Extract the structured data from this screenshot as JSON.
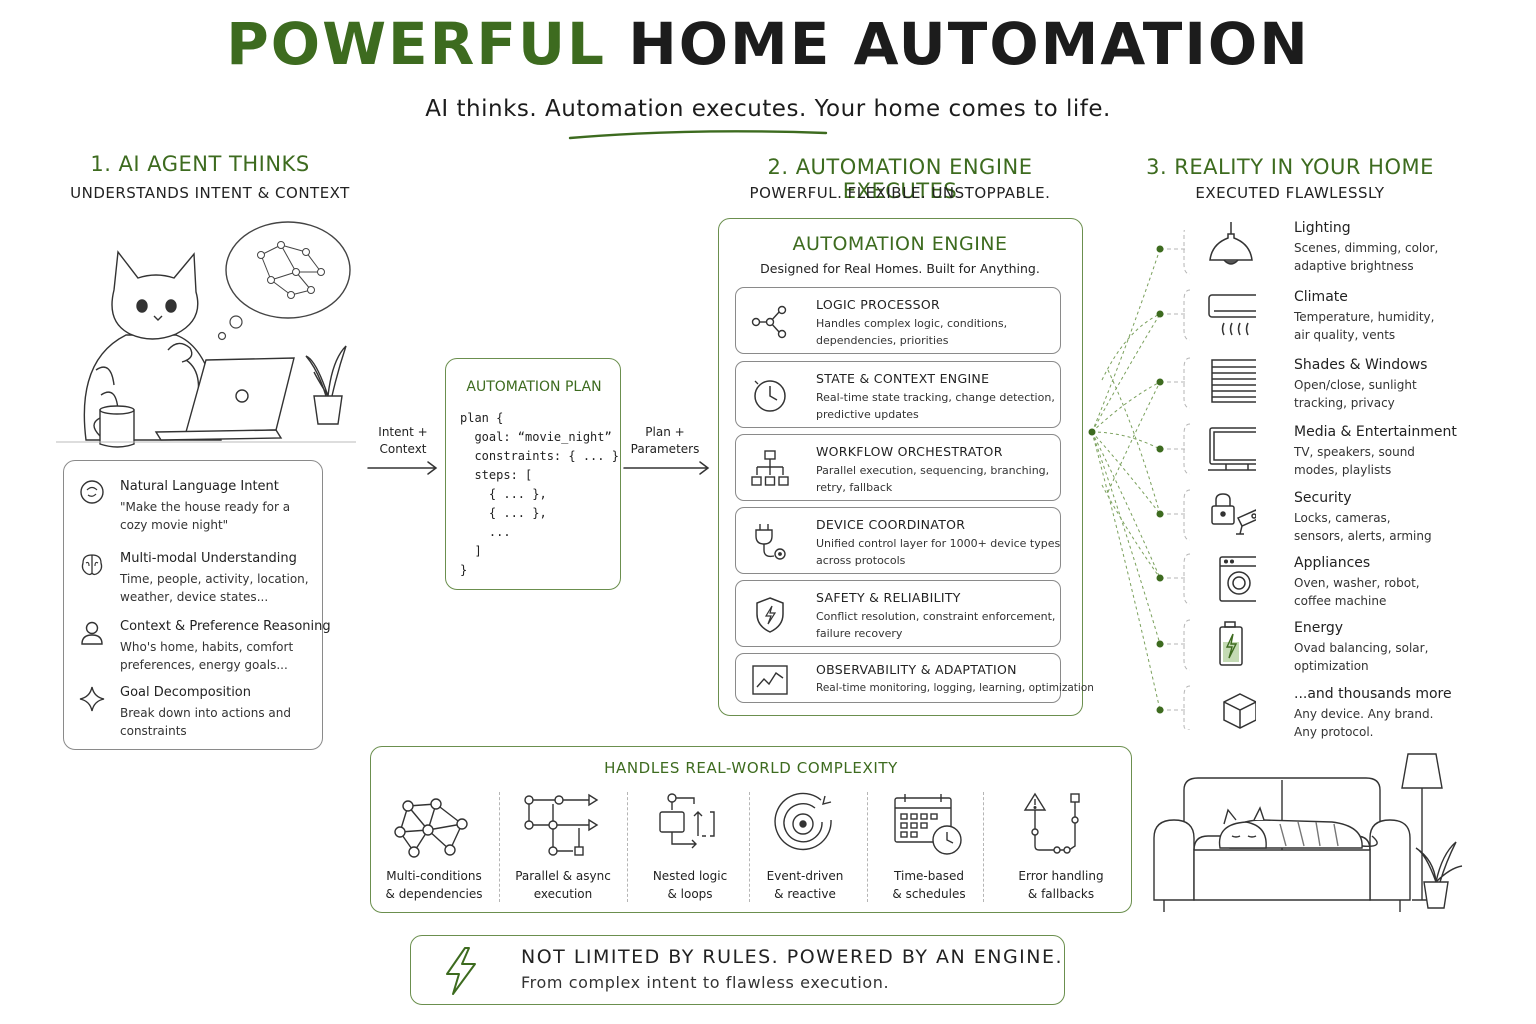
{
  "header": {
    "title_green": "POWERFUL",
    "title_dark": "HOME AUTOMATION",
    "subtitle": "AI thinks. Automation executes. Your home comes to life."
  },
  "columns": {
    "ai": {
      "heading": "1. AI AGENT THINKS",
      "subheading": "UNDERSTANDS INTENT & CONTEXT"
    },
    "engine": {
      "heading": "2. AUTOMATION ENGINE EXECUTES",
      "subheading": "POWERFUL. FLEXIBLE. UNSTOPPABLE."
    },
    "reality": {
      "heading": "3. REALITY IN YOUR HOME",
      "subheading": "EXECUTED FLAWLESSLY"
    }
  },
  "ai_capabilities": [
    {
      "icon": "chat-bubble-icon",
      "title": "Natural Language Intent",
      "desc": "\"Make the house ready for a cozy movie night\""
    },
    {
      "icon": "brain-icon",
      "title": "Multi-modal Understanding",
      "desc": "Time, people, activity, location, weather, device states..."
    },
    {
      "icon": "person-icon",
      "title": "Context & Preference Reasoning",
      "desc": "Who's home, habits, comfort preferences, energy goals..."
    },
    {
      "icon": "sparkle-icon",
      "title": "Goal Decomposition",
      "desc": "Break down into actions and constraints"
    }
  ],
  "arrows": {
    "intent_line1": "Intent +",
    "intent_line2": "Context",
    "plan_line1": "Plan +",
    "plan_line2": "Parameters"
  },
  "plan": {
    "title": "AUTOMATION PLAN",
    "code": "plan {\n  goal: “movie_night”\n  constraints: { ... }\n  steps: [\n    { ... },\n    { ... },\n    ...\n  ]\n}"
  },
  "engine": {
    "title": "AUTOMATION ENGINE",
    "tagline": "Designed for Real Homes. Built for Anything.",
    "modules": [
      {
        "icon": "nodes-icon",
        "title": "LOGIC PROCESSOR",
        "desc": "Handles complex logic, conditions, dependencies, priorities"
      },
      {
        "icon": "clock-icon",
        "title": "STATE & CONTEXT ENGINE",
        "desc": "Real-time state tracking, change detection, predictive updates"
      },
      {
        "icon": "hierarchy-icon",
        "title": "WORKFLOW ORCHESTRATOR",
        "desc": "Parallel execution, sequencing, branching, retry, fallback"
      },
      {
        "icon": "plug-icon",
        "title": "DEVICE COORDINATOR",
        "desc": "Unified control layer for 1000+ device types across protocols"
      },
      {
        "icon": "shield-icon",
        "title": "SAFETY & RELIABILITY",
        "desc": "Conflict resolution, constraint enforcement, failure recovery"
      },
      {
        "icon": "chart-icon",
        "title": "OBSERVABILITY & ADAPTATION",
        "desc": "Real-time monitoring, logging, learning, optimization"
      }
    ]
  },
  "reality": [
    {
      "icon": "lamp-icon",
      "title": "Lighting",
      "desc": "Scenes, dimming, color, adaptive brightness"
    },
    {
      "icon": "air-conditioner-icon",
      "title": "Climate",
      "desc": "Temperature, humidity, air quality, vents"
    },
    {
      "icon": "blinds-icon",
      "title": "Shades & Windows",
      "desc": "Open/close, sunlight tracking, privacy"
    },
    {
      "icon": "tv-icon",
      "title": "Media & Entertainment",
      "desc": "TV, speakers, sound modes, playlists"
    },
    {
      "icon": "lock-camera-icon",
      "title": "Security",
      "desc": "Locks, cameras, sensors, alerts, arming"
    },
    {
      "icon": "washer-icon",
      "title": "Appliances",
      "desc": "Oven, washer, robot, coffee machine"
    },
    {
      "icon": "battery-icon",
      "title": "Energy",
      "desc": "Ovad balancing, solar, optimization"
    },
    {
      "icon": "cube-icon",
      "title": "...and thousands more",
      "desc": "Any device. Any brand. Any protocol."
    }
  ],
  "complexity": {
    "title": "HANDLES REAL-WORLD COMPLEXITY",
    "items": [
      {
        "icon": "network-icon",
        "line1": "Multi-conditions",
        "line2": "& dependencies"
      },
      {
        "icon": "parallel-flow-icon",
        "line1": "Parallel & async",
        "line2": "execution"
      },
      {
        "icon": "loop-icon",
        "line1": "Nested logic",
        "line2": "& loops"
      },
      {
        "icon": "radar-icon",
        "line1": "Event-driven",
        "line2": "& reactive"
      },
      {
        "icon": "calendar-clock-icon",
        "line1": "Time-based",
        "line2": "& schedules"
      },
      {
        "icon": "error-flow-icon",
        "line1": "Error handling",
        "line2": "& fallbacks"
      }
    ]
  },
  "footer": {
    "headline": "NOT LIMITED BY RULES. POWERED BY AN ENGINE.",
    "subline": "From complex intent to flawless execution."
  },
  "colors": {
    "accent": "#3d6b1f",
    "connector": "#5a8a3a",
    "border": "#8a8a8a"
  }
}
